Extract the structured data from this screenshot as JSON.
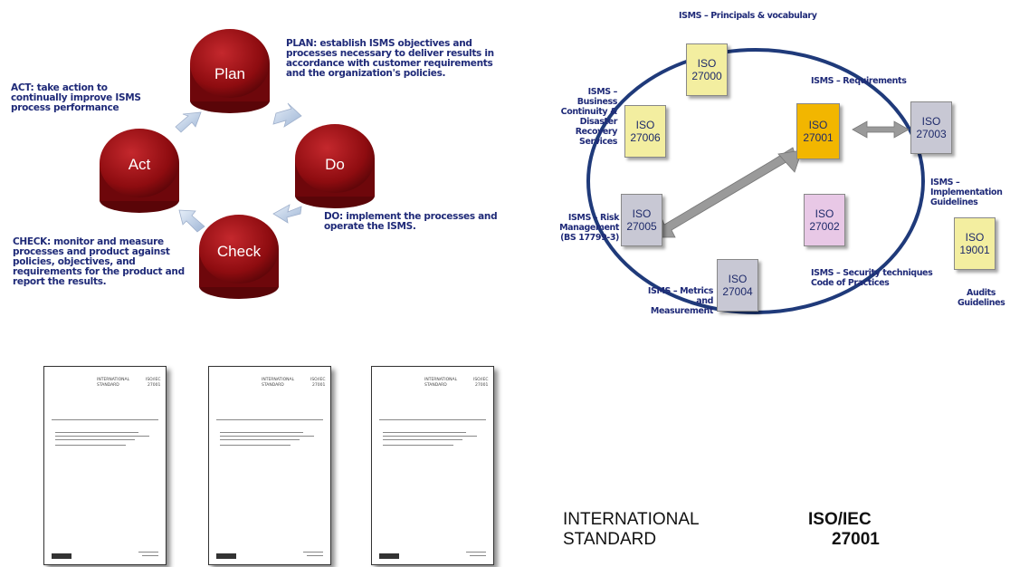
{
  "pdca": {
    "circles": {
      "plan": "Plan",
      "do": "Do",
      "check": "Check",
      "act": "Act"
    },
    "plan_text": {
      "keyword": "PLAN:",
      "body": " establish ISMS objectives and processes necessary to deliver results in accordance with customer requirements and the organization's policies."
    },
    "do_text": {
      "keyword": "DO:",
      "body": " implement the processes and operate the ISMS."
    },
    "check_text": {
      "keyword": "CHECK:",
      "body": " monitor and measure processes and product against policies, objectives, and requirements for the product and report the results."
    },
    "act_text": {
      "keyword": "ACT:",
      "body": " take action to continually improve ISMS process performance"
    }
  },
  "iso_family": {
    "boxes": [
      {
        "id": "27000",
        "line1": "ISO",
        "line2": "27000",
        "color": "#f3eea0"
      },
      {
        "id": "27001",
        "line1": "ISO",
        "line2": "27001",
        "color": "#f2b600"
      },
      {
        "id": "27002",
        "line1": "ISO",
        "line2": "27002",
        "color": "#e8c8e6"
      },
      {
        "id": "27003",
        "line1": "ISO",
        "line2": "27003",
        "color": "#c8c8d4"
      },
      {
        "id": "27004",
        "line1": "ISO",
        "line2": "27004",
        "color": "#c8c8d4"
      },
      {
        "id": "27005",
        "line1": "ISO",
        "line2": "27005",
        "color": "#c8c8d4"
      },
      {
        "id": "27006",
        "line1": "ISO",
        "line2": "27006",
        "color": "#f3eea0"
      },
      {
        "id": "19001",
        "line1": "ISO",
        "line2": "19001",
        "color": "#f3eea0"
      }
    ],
    "labels": {
      "l27000": "ISMS – Principals & vocabulary",
      "l27001": "ISMS – Requirements",
      "l27006": "ISMS – Business Continuity & Disaster Recovery Services",
      "l27003": "ISMS – Implementation Guidelines",
      "l27005": "ISMS – Risk Management (BS 17799-3)",
      "l27002": "ISMS – Security techniques Code of Practices",
      "l27004": "ISMS – Metrics and Measurement",
      "l19001": "Audits Guidelines"
    }
  },
  "documents": {
    "header_left_1": "INTERNATIONAL",
    "header_left_2": "STANDARD",
    "header_right_1": "ISO/IEC",
    "header_right_2": "27001"
  },
  "standard_heading": {
    "line1_left": "INTERNATIONAL",
    "line2_left": "STANDARD",
    "line1_right": "ISO/IEC",
    "line2_right": "27001"
  },
  "colors": {
    "circle_red": "#9a1015",
    "text_navy": "#1f2a78",
    "ring_navy": "#1f3a7a"
  }
}
